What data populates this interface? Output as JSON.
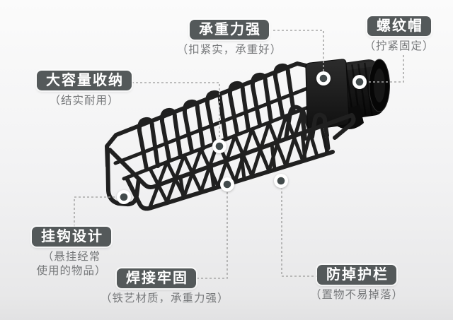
{
  "style": {
    "bg_top": "#fbfbfb",
    "bg_mid": "#f2f2f3",
    "bg_bottom": "#e8e8e9",
    "badge_bg": "#54595a",
    "badge_text": "#ffffff",
    "subtitle_color": "#76787a",
    "leader_color": "#a8a8a8",
    "marker_ring": "#ffffff",
    "marker_dot": "#434b4c",
    "wire_color": "#202020",
    "clamp_color": "#1b1b1b"
  },
  "labels": [
    {
      "title": "承重力强",
      "subtitle": "（扣紧实，承重好）"
    },
    {
      "title": "螺纹帽",
      "subtitle": "（拧紧固定）"
    },
    {
      "title": "大容量收纳",
      "subtitle": "（结实耐用）"
    },
    {
      "title": "挂钩设计",
      "subtitle_line1": "（悬挂经常",
      "subtitle_line2": "使用的物品）"
    },
    {
      "title": "焊接牢固",
      "subtitle": "（铁艺材质，承重力强）"
    },
    {
      "title": "防掉护栏",
      "subtitle": "（置物不易掉落）"
    }
  ]
}
